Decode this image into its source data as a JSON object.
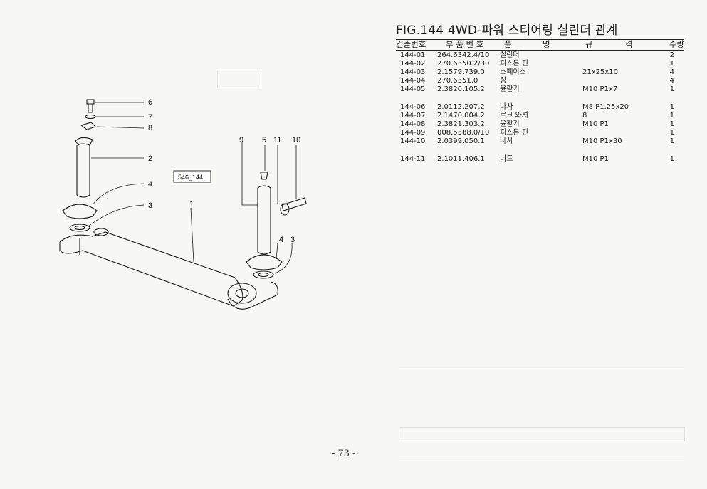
{
  "figure": {
    "title": "FIG.144 4WD-파워 스티어링 실린더 관계",
    "ref_box": "546_144",
    "callouts": [
      "6",
      "7",
      "8",
      "2",
      "4",
      "3",
      "1",
      "9",
      "5",
      "11",
      "10",
      "4",
      "3"
    ]
  },
  "table": {
    "headers": {
      "no": "건출번호",
      "part": "부 품 번 호",
      "name": "품",
      "name2": "명",
      "spec": "규",
      "spec2": "격",
      "qty": "수량"
    },
    "rows": [
      {
        "no": "144-01",
        "part": "264.6342.4/10",
        "name": "실린더",
        "spec": "",
        "qty": "2"
      },
      {
        "no": "144-02",
        "part": "270.6350.2/30",
        "name": "피스톤 핀",
        "spec": "",
        "qty": "1"
      },
      {
        "no": "144-03",
        "part": "2.1579.739.0",
        "name": "스페이스",
        "spec": "21x25x10",
        "qty": "4"
      },
      {
        "no": "144-04",
        "part": "270.6351.0",
        "name": "링",
        "spec": "",
        "qty": "4"
      },
      {
        "no": "144-05",
        "part": "2.3820.105.2",
        "name": "윤활기",
        "spec": "M10 P1x7",
        "qty": "1"
      },
      {
        "no": "144-06",
        "part": "2.0112.207.2",
        "name": "나사",
        "spec": "M8 P1.25x20",
        "qty": "1"
      },
      {
        "no": "144-07",
        "part": "2.1470.004.2",
        "name": "로크 와셔",
        "spec": "8",
        "qty": "1"
      },
      {
        "no": "144-08",
        "part": "2.3821.303.2",
        "name": "윤활기",
        "spec": "M10 P1",
        "qty": "1"
      },
      {
        "no": "144-09",
        "part": "008.5388.0/10",
        "name": "피스톤 핀",
        "spec": "",
        "qty": "1"
      },
      {
        "no": "144-10",
        "part": "2.0399.050.1",
        "name": "나사",
        "spec": "M10 P1x30",
        "qty": "1"
      },
      {
        "no": "144-11",
        "part": "2.1011.406.1",
        "name": "너트",
        "spec": "M10 P1",
        "qty": "1"
      }
    ]
  },
  "page_number": "- 73 -"
}
